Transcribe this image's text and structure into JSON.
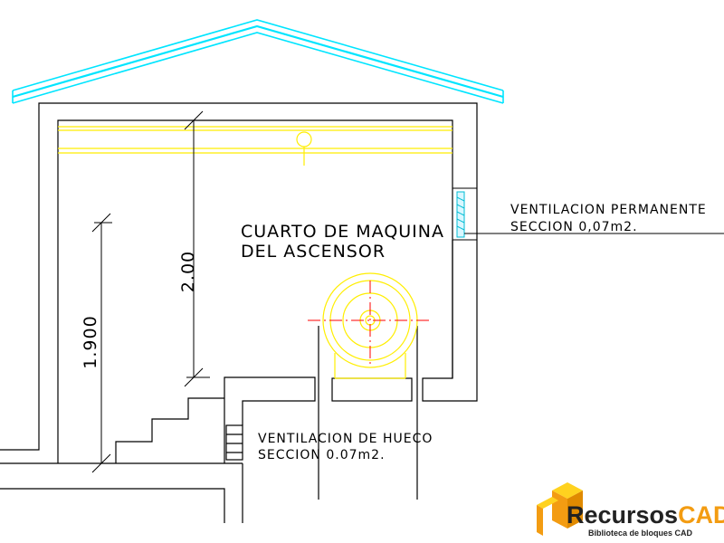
{
  "drawing": {
    "room_title_line1": "CUARTO DE MAQUINA",
    "room_title_line2": "DEL ASCENSOR",
    "dim_height_upper": "2.00",
    "dim_height_lower": "1.900",
    "vent_permanent_line1": "VENTILACION PERMANENTE",
    "vent_permanent_line2": "SECCION 0,07m2.",
    "vent_shaft_line1": "VENTILACION DE HUECO",
    "vent_shaft_line2": "SECCION 0.07m2."
  },
  "logo": {
    "word_part1": "Recursos",
    "word_part2": "CAD",
    "subtitle": "Biblioteca de bloques CAD"
  },
  "colors": {
    "roof": "#00e5ff",
    "beam": "#ffee00",
    "axis": "#ff0000",
    "line": "#000000",
    "logo_orange": "#f39c12",
    "logo_yellow": "#ffd21f"
  }
}
